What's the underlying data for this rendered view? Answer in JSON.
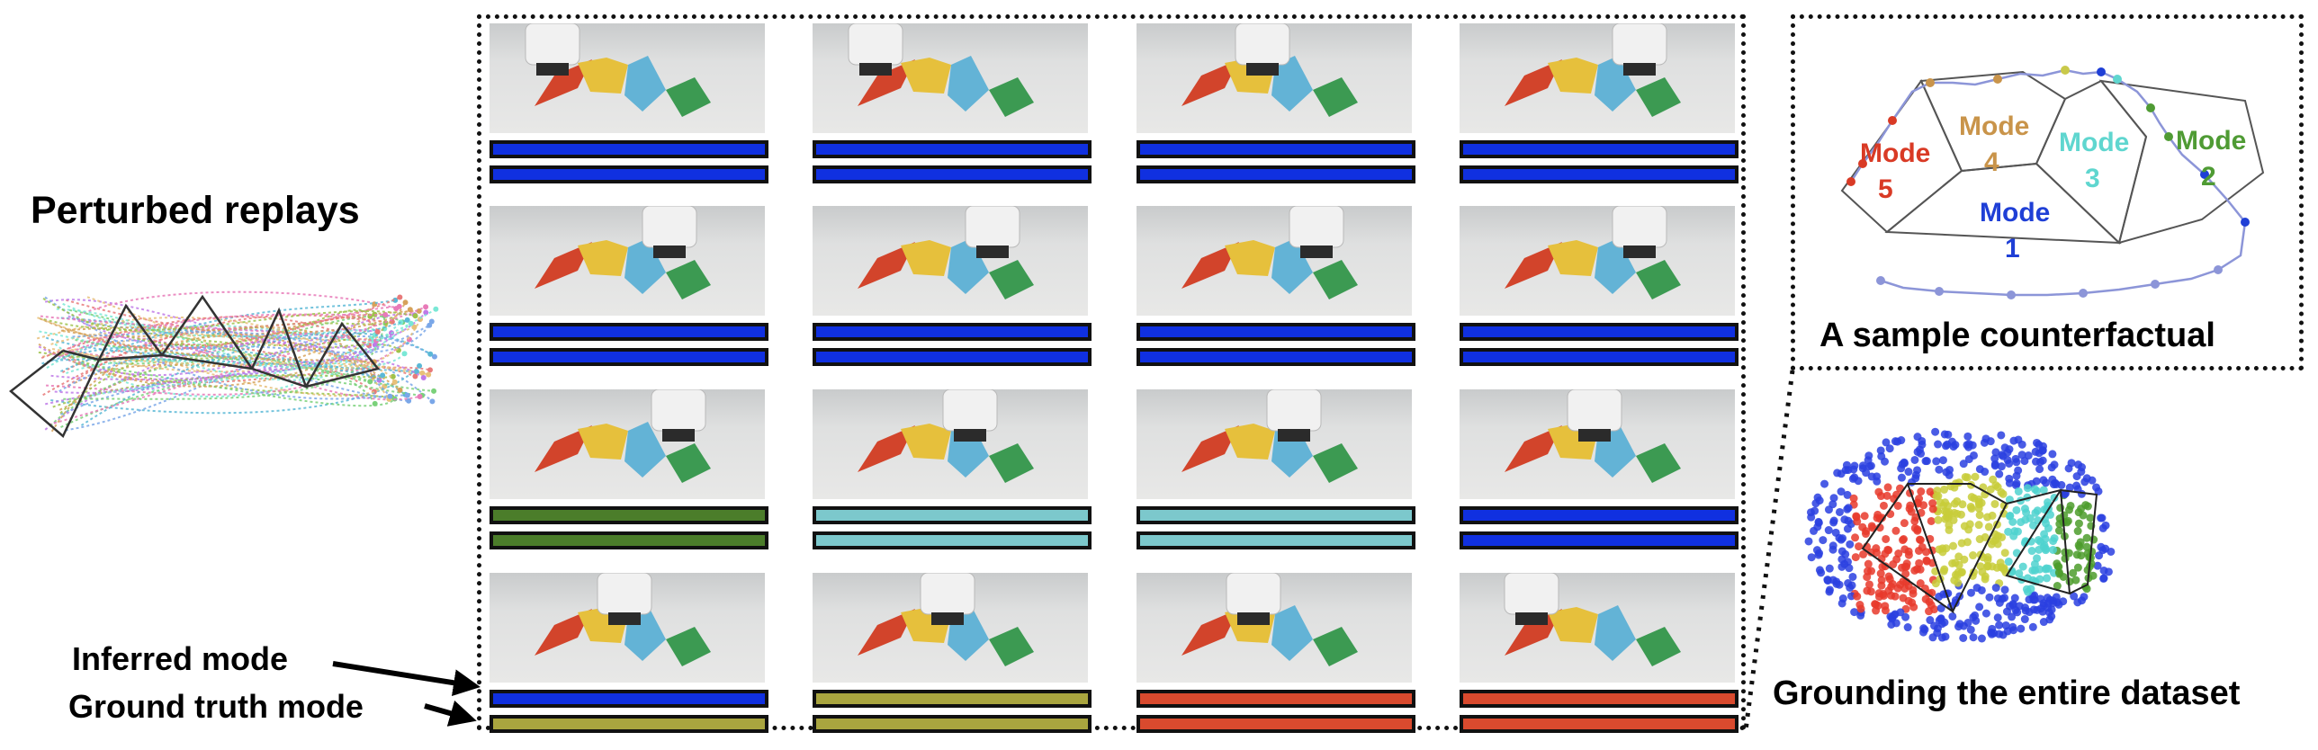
{
  "labels": {
    "perturbed": "Perturbed replays",
    "inferred": "Inferred mode",
    "ground_truth": "Ground truth mode",
    "counterfactual": "A sample counterfactual",
    "grounding": "Grounding the entire dataset"
  },
  "modes": {
    "m5": {
      "word": "Mode",
      "num": "5",
      "color": "#d93a25"
    },
    "m4": {
      "word": "Mode",
      "num": "4",
      "color": "#c9944a"
    },
    "m3": {
      "word": "Mode",
      "num": "3",
      "color": "#5fd6cf"
    },
    "m2": {
      "word": "Mode",
      "num": "2",
      "color": "#4f9b34"
    },
    "m1": {
      "word": "Mode",
      "num": "1",
      "color": "#1f3fd6"
    }
  },
  "mode_colors": {
    "1": "#1030e0",
    "2": "#4b7d2a",
    "3": "#7cc8cc",
    "4": "#a9a53f",
    "5": "#d94a2e"
  },
  "grid": {
    "rows": [
      {
        "inferred": [
          1,
          1,
          1,
          1
        ],
        "ground_truth": [
          1,
          1,
          1,
          1
        ],
        "gripper": [
          "left",
          "left",
          "mid",
          "right"
        ]
      },
      {
        "inferred": [
          1,
          1,
          1,
          1
        ],
        "ground_truth": [
          1,
          1,
          1,
          1
        ],
        "gripper": [
          "right",
          "right",
          "right",
          "right"
        ]
      },
      {
        "inferred": [
          2,
          3,
          3,
          1
        ],
        "ground_truth": [
          2,
          3,
          3,
          1
        ],
        "gripper": [
          "green",
          "blue",
          "blue",
          "top"
        ]
      },
      {
        "inferred": [
          1,
          4,
          5,
          5
        ],
        "ground_truth": [
          4,
          4,
          5,
          5
        ],
        "gripper": [
          "top",
          "top",
          "yellow",
          "red"
        ]
      }
    ]
  }
}
